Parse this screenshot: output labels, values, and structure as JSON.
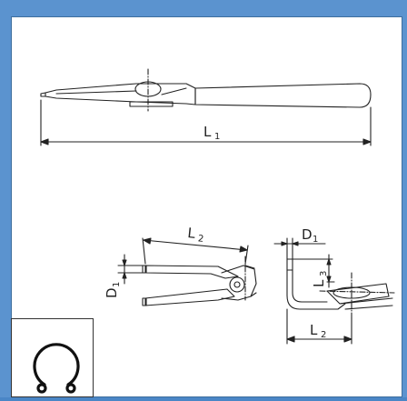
{
  "dimensions": {
    "overall_length": {
      "letter": "L",
      "sub": "1"
    },
    "jaw_length": {
      "letter": "L",
      "sub": "2"
    },
    "tip_height": {
      "letter": "L",
      "sub": "3"
    },
    "tip_diameter": {
      "letter": "D",
      "sub": "1"
    }
  },
  "icons": {
    "ring": "circlip-ring-icon"
  },
  "colors": {
    "frame": "#5b93cf",
    "paper": "#ffffff",
    "ink": "#222222"
  }
}
